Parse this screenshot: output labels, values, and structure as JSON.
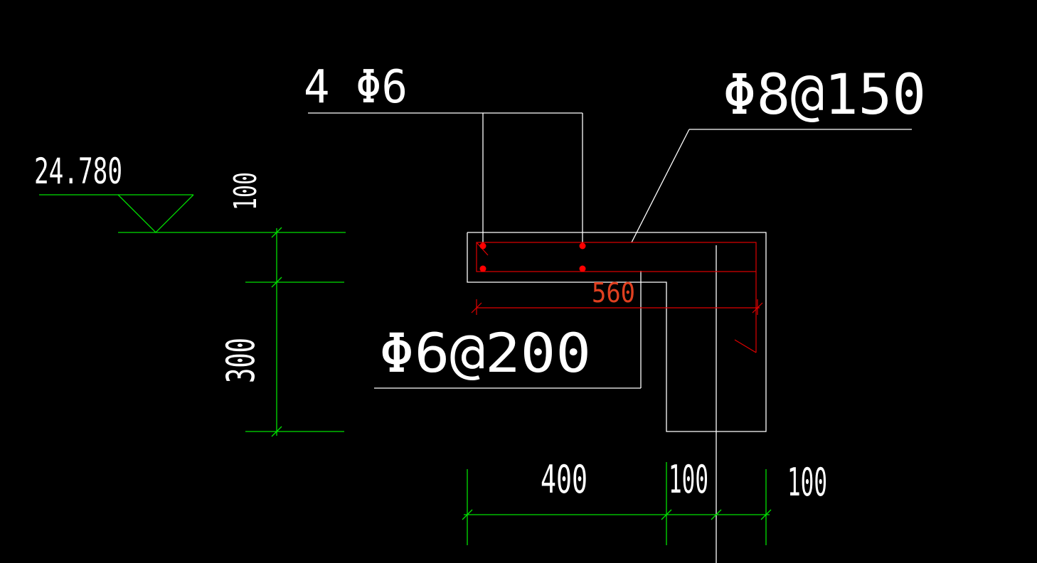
{
  "colors": {
    "background": "#000000",
    "outline": "#ffffff",
    "dimension_green": "#00e000",
    "rebar_red": "#e00000",
    "dim_text_red": "#e04020"
  },
  "labels": {
    "top_bars": "4 Φ6",
    "upper_rebar": "Φ8@150",
    "lower_rebar": "Φ6@200",
    "elevation": "24.780",
    "rebar_length": "560"
  },
  "dimensions": {
    "vertical_top": "100",
    "vertical_main": "300",
    "horizontal_1": "400",
    "horizontal_2": "100",
    "horizontal_3": "100"
  }
}
